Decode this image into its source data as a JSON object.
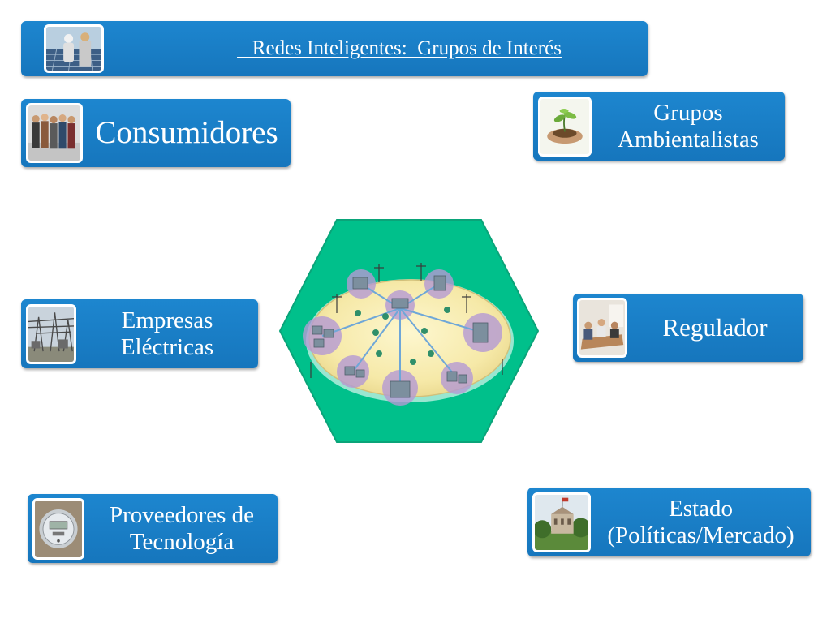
{
  "title": "   Redes Inteligentes:  Grupos de Interés",
  "cards": {
    "consumidores": "Consumidores",
    "grupos": "Grupos\nAmbientalistas",
    "empresas": "Empresas\nEléctricas",
    "regulador": "Regulador",
    "proveedores": "Proveedores de\nTecnología",
    "estado": "Estado\n(Políticas/Mercado)"
  },
  "colors": {
    "card_blue": "#1a7fc8",
    "hexagon_green": "#00c08b",
    "text": "#ffffff"
  },
  "images": {
    "title": "engineers-at-solar-panels-photo",
    "consumidores": "group-of-people-photo",
    "grupos": "hands-holding-seedling-photo",
    "empresas": "electrical-substation-photo",
    "regulador": "meeting-table-photo",
    "proveedores": "smart-meter-photo",
    "estado": "government-building-photo",
    "center": "smart-grid-city-illustration"
  }
}
